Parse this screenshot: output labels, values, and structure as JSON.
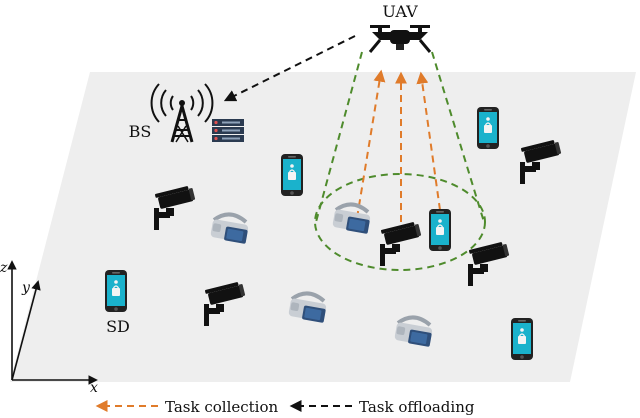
{
  "labels": {
    "uav": "UAV",
    "bs": "BS",
    "sd": "SD"
  },
  "axes": {
    "x": "x",
    "y": "y",
    "z": "z"
  },
  "legend": {
    "collection": "Task collection",
    "offloading": "Task offloading"
  },
  "colors": {
    "ground": "#eeeeee",
    "collection_arrow": "#e07b2a",
    "offloading_arrow": "#111111",
    "coverage_ellipse": "#4e8b2c",
    "phone_screen": "#1ab2cc",
    "camera": "#111111",
    "vr_headset": "#2f4f7a"
  },
  "icons": [
    "uav-drone-icon",
    "base-station-tower-icon",
    "server-rack-icon",
    "smartphone-icon",
    "security-camera-icon",
    "vr-headset-icon"
  ]
}
